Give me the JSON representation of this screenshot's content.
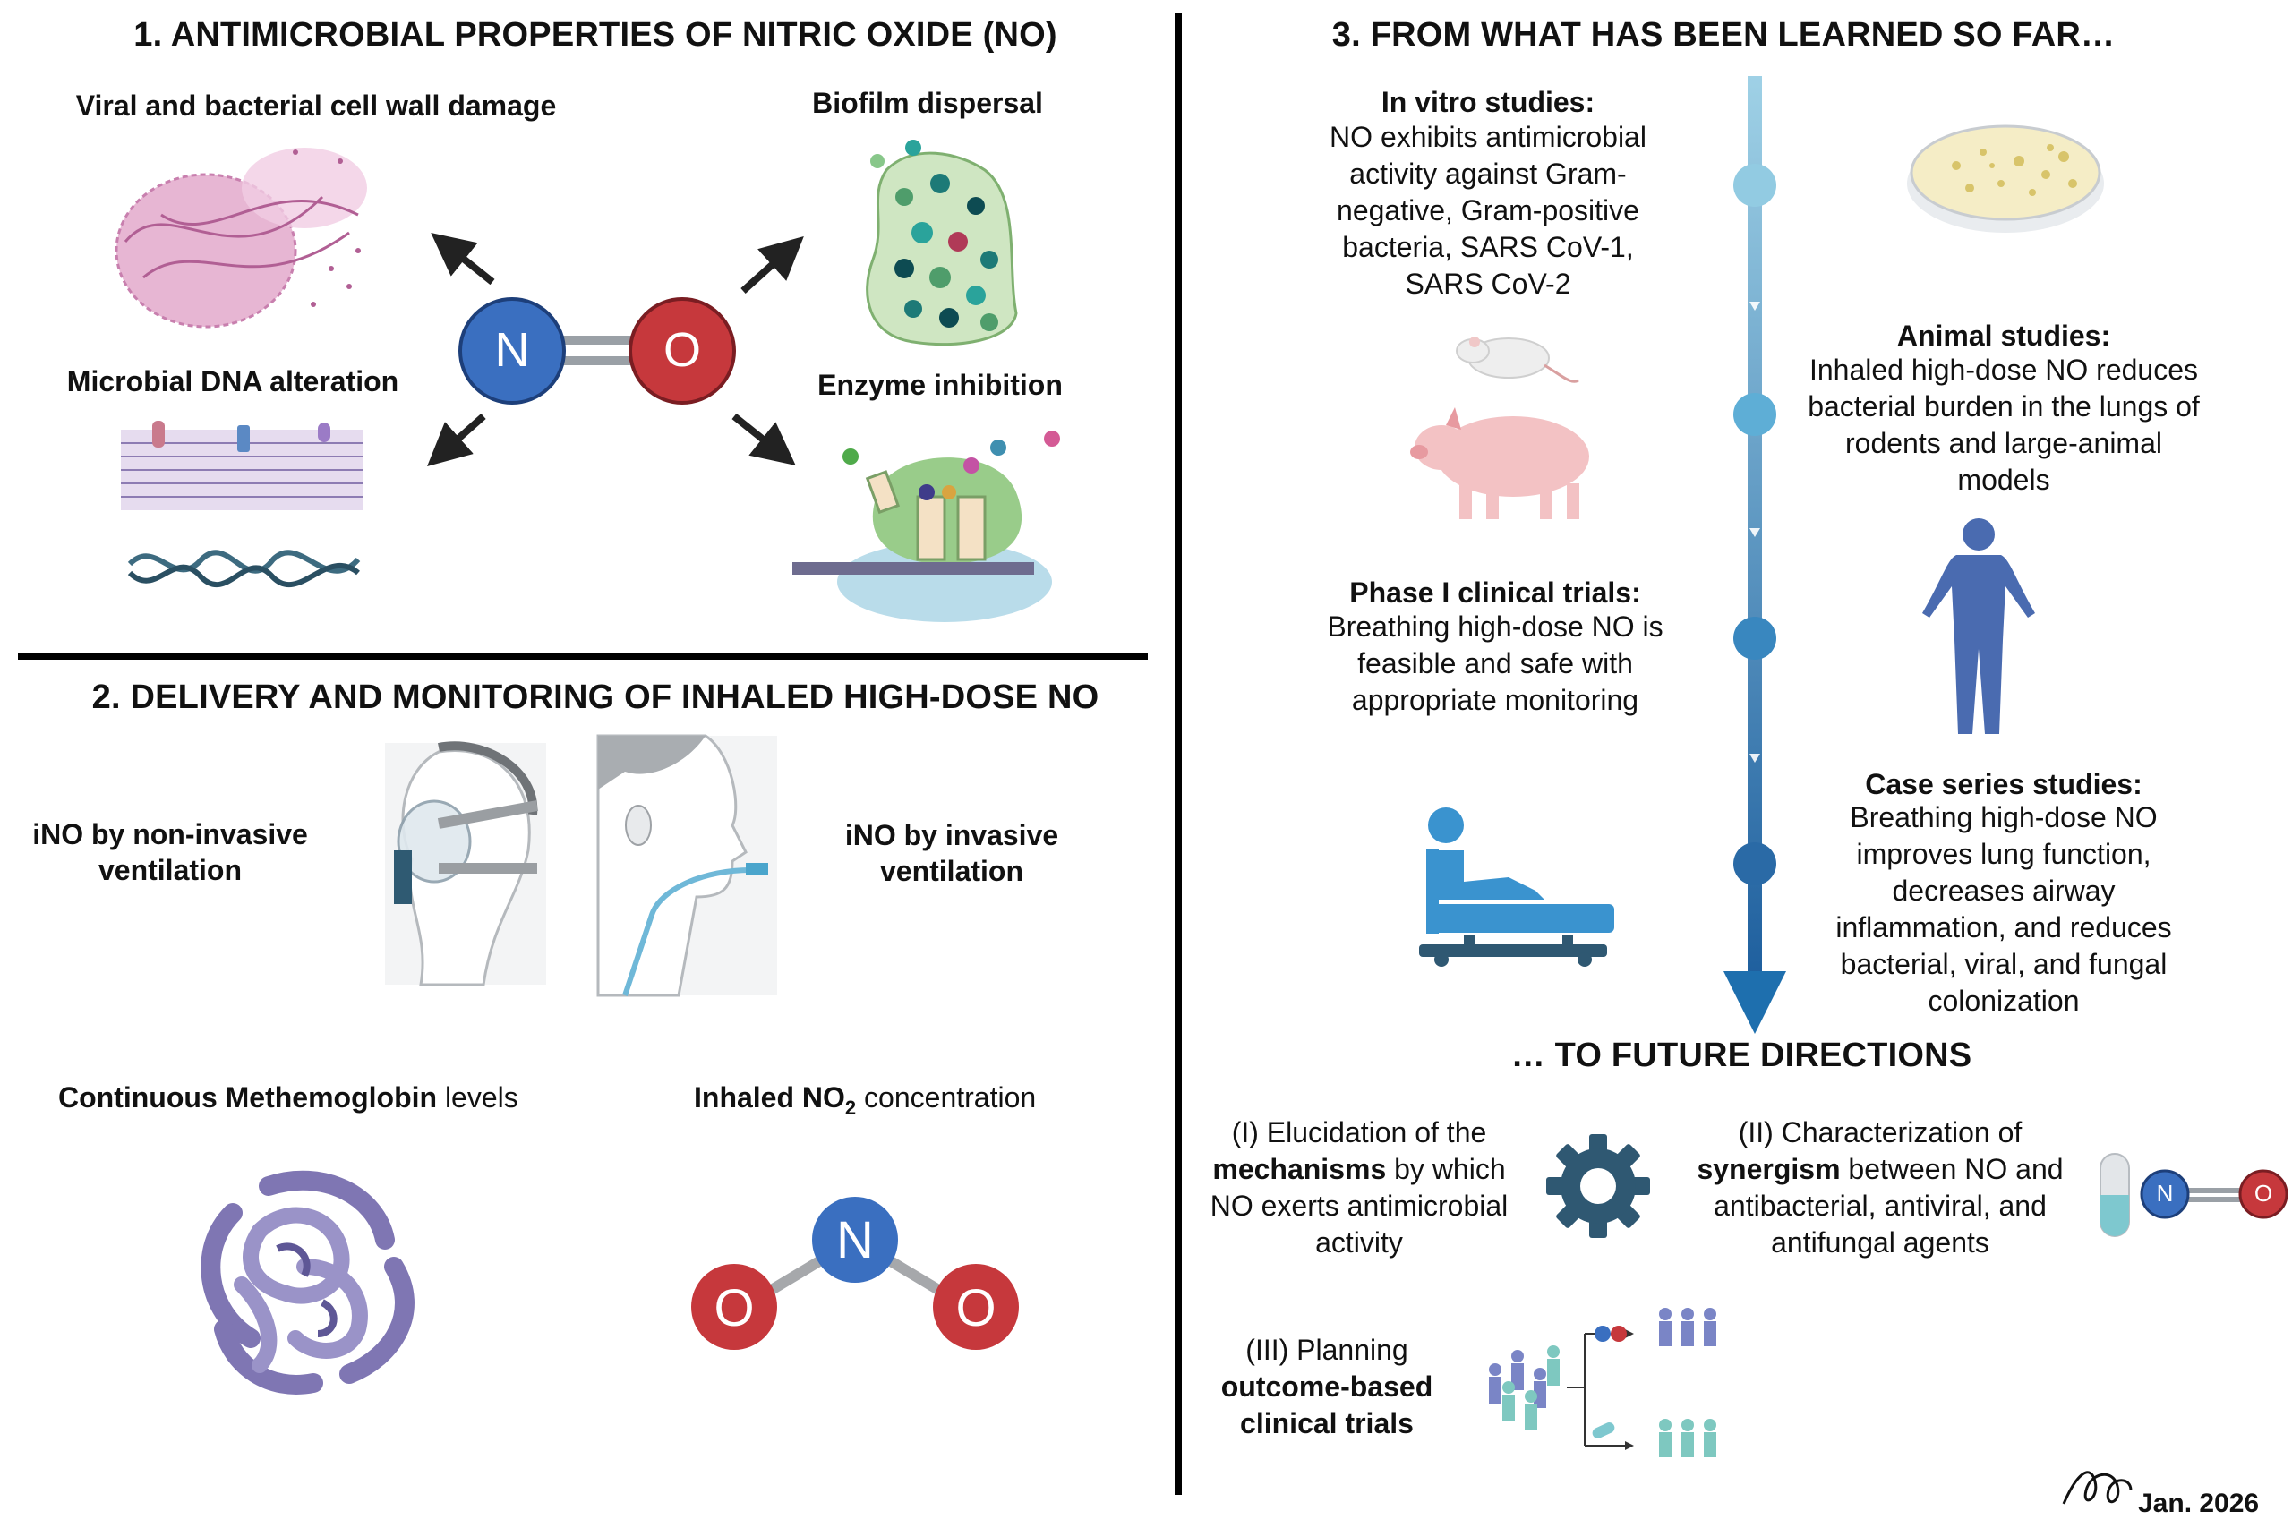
{
  "section1": {
    "title": "1. ANTIMICROBIAL PROPERTIES OF NITRIC OXIDE (NO)",
    "labels": {
      "cell_wall": "Viral and bacterial cell wall damage",
      "biofilm": "Biofilm dispersal",
      "dna": "Microbial DNA alteration",
      "enzyme": "Enzyme inhibition"
    },
    "molecule": {
      "n": "N",
      "o": "O"
    }
  },
  "section2": {
    "title": "2. DELIVERY AND MONITORING OF INHALED HIGH-DOSE NO",
    "noninvasive": [
      "iNO by non-invasive",
      "ventilation"
    ],
    "invasive": [
      "iNO by invasive",
      "ventilation"
    ],
    "methb": {
      "bold": "Continuous Methemoglobin",
      "rest": " levels"
    },
    "no2": {
      "bold": "Inhaled NO",
      "sub": "2",
      "rest": " concentration"
    },
    "no2_molecule": {
      "n": "N",
      "o1": "O",
      "o2": "O"
    }
  },
  "section3": {
    "title": "3. FROM WHAT HAS BEEN LEARNED SO FAR…",
    "invitro": {
      "heading": "In vitro studies:",
      "lines": [
        "NO exhibits antimicrobial",
        "activity against Gram-",
        "negative, Gram-positive",
        "bacteria, SARS CoV-1,",
        "SARS CoV-2"
      ]
    },
    "animal": {
      "heading": "Animal studies:",
      "lines": [
        "Inhaled high-dose NO reduces",
        "bacterial burden in the lungs of",
        "rodents and large-animal",
        "models"
      ]
    },
    "phase1": {
      "heading": "Phase I clinical trials:",
      "lines": [
        "Breathing high-dose NO is",
        "feasible and safe with",
        "appropriate monitoring"
      ]
    },
    "caseseries": {
      "heading": "Case series studies:",
      "lines": [
        "Breathing high-dose NO",
        "improves lung function,",
        "decreases airway",
        "inflammation, and reduces",
        "bacterial, viral, and fungal",
        "colonization"
      ]
    },
    "future_title": "… TO FUTURE DIRECTIONS",
    "future1": {
      "pre": "(I) Elucidation of the",
      "bold": "mechanisms",
      "mid": " by which",
      "l3": "NO exerts antimicrobial",
      "l4": "activity"
    },
    "future2": {
      "pre": "(II) Characterization of",
      "bold": "synergism",
      "mid": " between NO and",
      "l3": "antibacterial, antiviral, and",
      "l4": "antifungal agents"
    },
    "future3": {
      "l1": "(III) Planning",
      "l2": "outcome-based",
      "l3": "clinical trials"
    },
    "small_molecule": {
      "n": "N",
      "o": "O"
    },
    "date": "Jan. 2026"
  },
  "colors": {
    "nitrogen": "#3a6fc0",
    "oxygen": "#c6383c",
    "timeline_top": "#9fd1e6",
    "timeline_bottom": "#1e5f9e",
    "gear": "#2f5872",
    "human": "#4a6bb0",
    "hemoglobin": "#7f76b3"
  }
}
